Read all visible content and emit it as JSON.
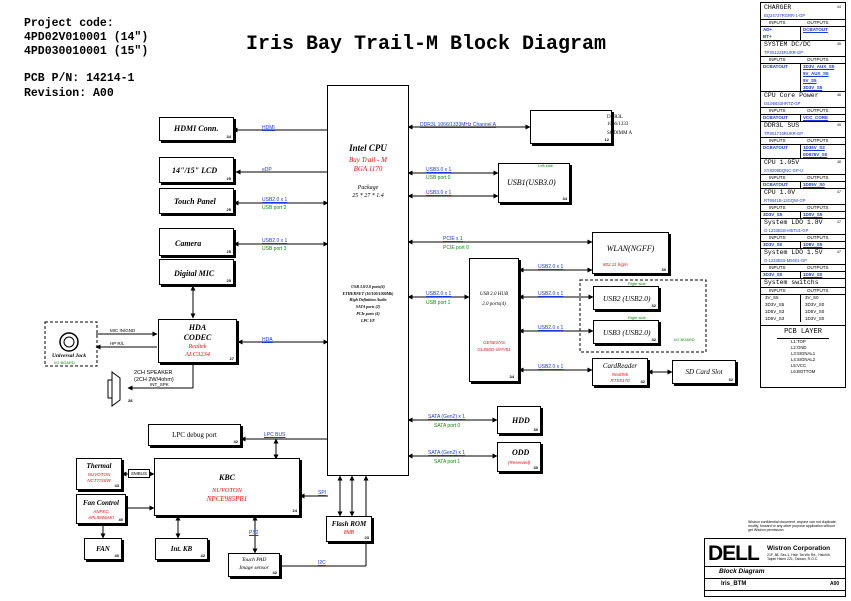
{
  "header": {
    "project_label": "Project code:",
    "project_14": "4PD02V010001 (14\")",
    "project_15": "4PD030010001 (15\")",
    "pcb_pn": "PCB P/N: 14214-1",
    "revision": "Revision: A00",
    "title": "Iris Bay Trail-M Block Diagram"
  },
  "cpu": {
    "title": "Intel CPU",
    "name": "Bay Trail - M",
    "bga": "BGA 1170",
    "package_label": "Package",
    "package_size": "25 * 27 * 1.4",
    "features": [
      "USB 3.0/2.0 ports(4)",
      "ETHERNET (10/100/1000Mb)",
      "High Definition Audio",
      "SATA ports (2)",
      "PCIe ports (4)",
      "LPC I/F"
    ]
  },
  "blocks": {
    "hdmi": {
      "label": "HDMI Conn.",
      "num": "34"
    },
    "lcd": {
      "label": "14\"/15\" LCD",
      "num": "25"
    },
    "touch_panel": {
      "label": "Touch Panel",
      "num": "25"
    },
    "camera": {
      "label": "Camera",
      "num": "25"
    },
    "digital_mic": {
      "label": "Digital MIC",
      "num": "25"
    },
    "hda_codec": {
      "label1": "HDA",
      "label2": "CODEC",
      "vendor": "Realtek",
      "part": "ALC3234",
      "num": "27"
    },
    "universal_jack": {
      "label": "Universal Jack",
      "sub": "I/O BOARD"
    },
    "speaker": {
      "label1": "2CH SPEAKER",
      "label2": "(2CH 2W/4ohm)",
      "num": "28"
    },
    "lpc_debug": {
      "label": "LPC debug port",
      "num": "42"
    },
    "thermal": {
      "label": "Thermal",
      "vendor": "NUVOTON",
      "part": "NCT7718W",
      "num": "43"
    },
    "kbc": {
      "label": "KBC",
      "vendor": "NUVOTON",
      "part": "NPCE985PB1",
      "num": "24"
    },
    "fan_control": {
      "label": "Fan Control",
      "vendor": "ANPEC",
      "part": "APL5606AKI",
      "num": "40"
    },
    "fan": {
      "label": "FAN",
      "num": "40"
    },
    "int_kb": {
      "label": "Int. KB",
      "num": "42"
    },
    "touchpad": {
      "label1": "Touch PAD",
      "label2": "Image sensor",
      "num": "42"
    },
    "flash_rom": {
      "label": "Flash ROM",
      "sub": "8MB",
      "num": "23"
    },
    "ddr3l": {
      "label1": "DDR3L",
      "label2": "1066/1333",
      "label3": "SODIMM A",
      "num": "12"
    },
    "usb1": {
      "label": "USB1(USB3.0)",
      "note": "Left side",
      "num": "34"
    },
    "wlan": {
      "label": "WLAN(NGFF)",
      "sub": "802.11 b/g/n",
      "num": "30"
    },
    "usb_hub": {
      "label1": "USB 2.0 HUB",
      "label2": "2.0 ports(4)",
      "vendor": "GENESYS",
      "part": "GL850G-OHY51",
      "num": "34"
    },
    "usb2": {
      "label": "USB2 (USB2.0)",
      "note": "Right side",
      "num": "32"
    },
    "usb3": {
      "label": "USB3 (USB2.0)",
      "note": "Right side",
      "io": "I/O BOARD",
      "num": "32"
    },
    "cardreader": {
      "label": "CardReader",
      "vendor": "RealTek",
      "part": "RTS5170",
      "num": "32"
    },
    "sd_slot": {
      "label": "SD Card Slot",
      "num": "32"
    },
    "hdd": {
      "label": "HDD",
      "num": "30"
    },
    "odd": {
      "label": "ODD",
      "sub": "(Reserved)",
      "num": "30"
    }
  },
  "signals": {
    "hdmi": "HDMI",
    "edp": "eDP",
    "ddr": "DDR3L 1066/1333MHz Channel A",
    "usb30x1": "USB3.0 x 1",
    "usbport0": "USB port 0",
    "usb20_tp": "USB2.0 x 1",
    "usbport2": "USB port 2",
    "usb20_cam": "USB2.0 x 1",
    "usbport3": "USB port 3",
    "usb30_b": "USB3.0 x 1",
    "pcie": "PCIE x 1",
    "pcieport0": "PCIE port 0",
    "usb20_wlan": "USB2.0 x 1",
    "usb20_hub": "USB2.0 x 1",
    "usbport1": "USB port 1",
    "usb20_u2": "USB2.0 x 1",
    "usb20_u3": "USB2.0 x 1",
    "usb20_cr": "USB2.0 x 1",
    "hda": "HDA",
    "mic": "MIC IN/GND",
    "hp": "HP R/L",
    "int_spk": "INT_SPK",
    "sata0": "SATA (Gen2) x 1",
    "sataport0": "SATA port 0",
    "sata1": "SATA (Gen2) x 1",
    "sataport1": "SATA port 1",
    "lpc": "LPC BUS",
    "smbus": "SMBUS",
    "spi": "SPI",
    "ps2": "PS2",
    "i2c": "I2C"
  },
  "side_panel": {
    "sections": [
      {
        "title": "CHARGER",
        "part": "BQ24727RGRR-1-GP",
        "num": "44",
        "io": [
          [
            "AD+",
            "DCBATOUT"
          ],
          [
            "BT+",
            ""
          ]
        ]
      },
      {
        "title": "SYSTEM DC/DC",
        "part": "TPS51225RUKR-GP",
        "num": "45",
        "io": [
          [
            "DCBATOUT",
            "3D3V_AUX_S5"
          ],
          [
            "",
            "5V_AUX_S5"
          ],
          [
            "",
            "5V_S5"
          ],
          [
            "",
            "3D3V_S5"
          ]
        ]
      },
      {
        "title": "CPU Core Power",
        "part": "ISL95833HRTZ-GP",
        "num": "46",
        "io": [
          [
            "DCBATOUT",
            "VCC_CORE"
          ]
        ]
      },
      {
        "title": "DDR3L SUS",
        "part": "TPS51716RUKR-GP",
        "num": "49",
        "io": [
          [
            "DCBATOUT",
            "1D35V_S3"
          ],
          [
            "",
            "0D675V_S0"
          ]
        ]
      },
      {
        "title": "CPU 1.05V",
        "part": "SY8208DQNC-GP-U",
        "num": "48",
        "io": [
          [
            "DCBATOUT",
            "1D05V_S0"
          ]
        ]
      },
      {
        "title": "CPU 1.0V",
        "part": "RT9041B-12GQW-GP",
        "num": "47",
        "io": [
          [
            "3D3V_S5",
            "1D0V_S5"
          ]
        ]
      },
      {
        "title": "System LDO 1.8V",
        "part": "G-1233B1B-M5TU1-GP",
        "num": "47",
        "io": [
          [
            "3D3V_S0",
            "1D8V_S5"
          ]
        ]
      },
      {
        "title": "System LDO 1.5V",
        "part": "G-1233B15-M5001-GP",
        "num": "47",
        "io": [
          [
            "3D3V_S0",
            "1D5V_S0"
          ]
        ]
      }
    ],
    "inputs_label": "INPUTS",
    "outputs_label": "OUTPUTS",
    "switches_title": "System switchs",
    "switches": [
      [
        "3V_S5",
        "3V_S0"
      ],
      [
        "3D3V_S5",
        "3D3V_S0"
      ],
      [
        "1D5V_S3",
        "1D5V_S0"
      ],
      [
        "1D5V_S3",
        "1D3V_S0"
      ]
    ],
    "pcb_layer_title": "PCB LAYER",
    "pcb_layers": [
      "L1:TOP",
      "L2:GND",
      "L3:SIGNAL1",
      "L4:SIGNAL2",
      "L5:VCC",
      "L6:BOTTOM"
    ]
  },
  "title_block": {
    "company": "Wistron Corporation",
    "address1": "21F, 88, Sec.1, Hsin Tai Wu Rd., Hsichih,",
    "address2": "Taipei Hsien 221, Taiwan, R.O.C.",
    "doc_title": "Block Diagram",
    "project": "Iris_BTM",
    "rev": "A00",
    "logo": "DELL",
    "disclaimer": "Wistron confidential document, anyone can not duplicate, modify, forward or any other purpose application without get Wistron permission"
  }
}
